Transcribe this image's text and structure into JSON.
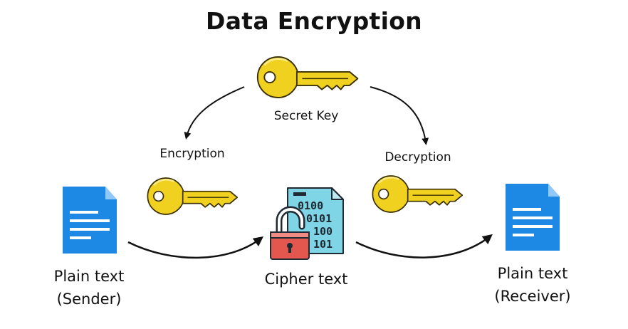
{
  "title": "Data Encryption",
  "labels": {
    "secret_key": "Secret Key",
    "encryption": "Encryption",
    "decryption": "Decryption",
    "cipher_text": "Cipher text",
    "sender_line1": "Plain text",
    "sender_line2": "(Sender)",
    "receiver_line1": "Plain text",
    "receiver_line2": "(Receiver)"
  },
  "cipher_bits": [
    "0100",
    "0101",
    "100",
    "101"
  ],
  "colors": {
    "key_fill": "#f1d11f",
    "key_stroke": "#3a3000",
    "doc_blue": "#1e88e5",
    "doc_fold": "#90c8f8",
    "cipher_doc": "#7fd4e6",
    "lock_red": "#e4574f",
    "arrow": "#111111"
  },
  "icons": [
    "secret-key-icon",
    "encryption-key-icon",
    "decryption-key-icon",
    "sender-document-icon",
    "receiver-document-icon",
    "cipher-document-icon",
    "padlock-icon"
  ]
}
